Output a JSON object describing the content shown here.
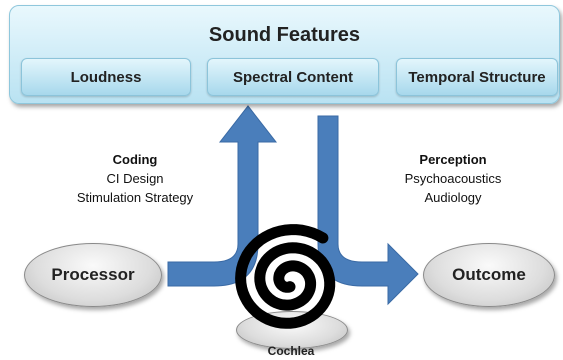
{
  "banner": {
    "title": "Sound Features",
    "features": [
      "Loudness",
      "Spectral Content",
      "Temporal Structure"
    ]
  },
  "coding": {
    "heading": "Coding",
    "lines": [
      "CI Design",
      "Stimulation Strategy"
    ]
  },
  "perception": {
    "heading": "Perception",
    "lines": [
      "Psychoacoustics",
      "Audiology"
    ]
  },
  "nodes": {
    "processor": "Processor",
    "outcome": "Outcome",
    "cochlea": "Cochlea"
  },
  "colors": {
    "arrow_fill": "#4a7ebb",
    "arrow_stroke": "#3a6aa5",
    "banner_top": "#e9f8fd",
    "banner_bottom": "#b9e2f2",
    "spiral": "#000000"
  }
}
